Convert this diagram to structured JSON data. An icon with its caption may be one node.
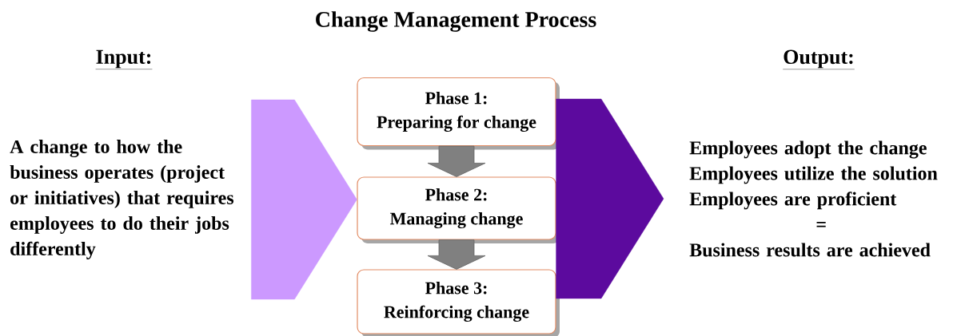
{
  "diagram": {
    "title": "Change Management Process",
    "nodes": [
      {
        "text": [
          "Input:",
          "A change to how the business operates (project or initiatives) that requires employees to do their jobs differently"
        ]
      },
      {
        "text": [
          "Phase 1:",
          "Preparing for change"
        ]
      },
      {
        "text": [
          "Phase 2:",
          "Managing change"
        ]
      },
      {
        "text": [
          "Phase 3:",
          "Reinforcing change"
        ]
      },
      {
        "text": [
          "Output:",
          "Employees adopt the change",
          "Employees utilize the solution",
          "Employees are proficient",
          "=",
          "Business results are achieved"
        ]
      }
    ],
    "edges": [
      {
        "from": 0,
        "to": 2,
        "arrow": "to",
        "style": "thick",
        "color": "#cc99ff"
      },
      {
        "from": 1,
        "to": 2,
        "arrow": "to"
      },
      {
        "from": 2,
        "to": 3,
        "arrow": "to"
      },
      {
        "from": 2,
        "to": 4,
        "arrow": "to",
        "style": "thick",
        "color": "#5c0a9e"
      }
    ]
  }
}
